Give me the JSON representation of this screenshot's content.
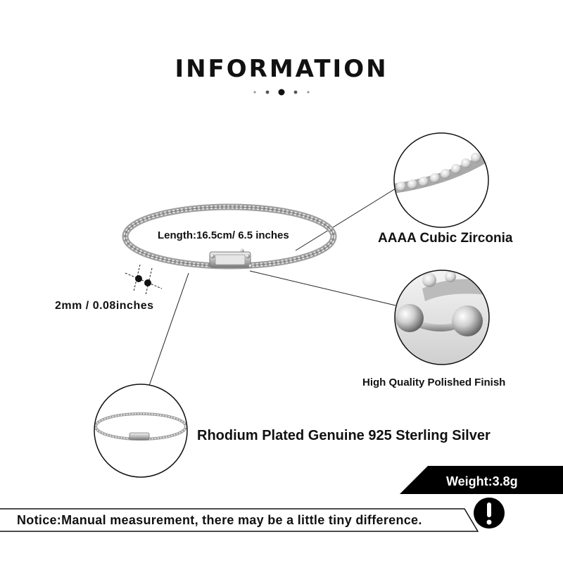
{
  "header": {
    "title": "INFORMATION"
  },
  "bracelet": {
    "length_label": "Length:16.5cm/ 6.5 inches",
    "width_label": "2mm / 0.08inches"
  },
  "features": {
    "stones": "AAAA Cubic Zirconia",
    "finish": "High Quality Polished Finish",
    "material": "Rhodium Plated Genuine 925 Sterling Silver"
  },
  "weight": {
    "label": "Weight:3.8g"
  },
  "notice": {
    "text": "Notice:Manual measurement, there may be a little tiny difference.",
    "icon": "exclamation-icon"
  },
  "colors": {
    "text": "#111111",
    "badge_bg": "#000000",
    "badge_text": "#ffffff",
    "silver": "#c8c8c8"
  }
}
